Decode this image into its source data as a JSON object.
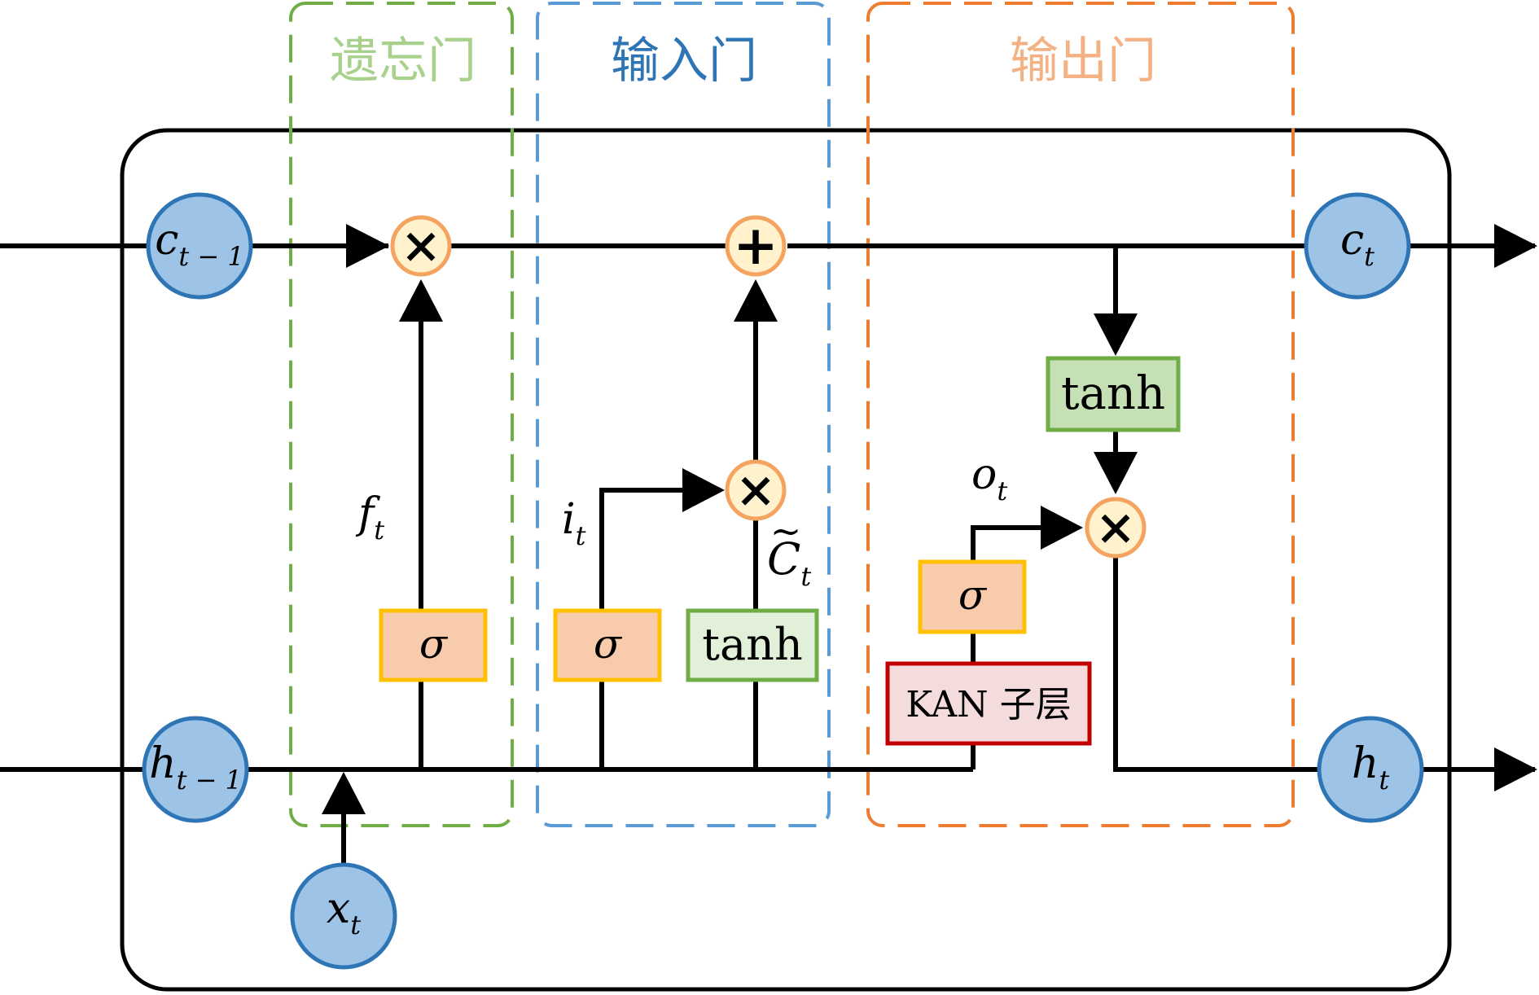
{
  "gates": {
    "forget": "遗忘门",
    "input": "输入门",
    "output": "输出门"
  },
  "nodes": {
    "c_prev": {
      "main": "c",
      "sub": "t − 1"
    },
    "h_prev": {
      "main": "h",
      "sub": "t − 1"
    },
    "c_t": {
      "main": "c",
      "sub": "t"
    },
    "h_t": {
      "main": "h",
      "sub": "t"
    },
    "x_t": {
      "main": "x",
      "sub": "t"
    }
  },
  "labels": {
    "f_t": {
      "main": "f",
      "sub": "t"
    },
    "i_t": {
      "main": "i",
      "sub": "t"
    },
    "o_t": {
      "main": "o",
      "sub": "t"
    },
    "c_tilde": {
      "main": "C",
      "sub": "t",
      "accent": "~"
    }
  },
  "boxes": {
    "sigma": "σ",
    "tanh": "tanh",
    "kan": "KAN 子层"
  },
  "operators": {
    "multiply": "×",
    "add": "+"
  },
  "colors": {
    "forget_gate": "#70ad47",
    "input_gate": "#5b9bd5",
    "output_gate": "#ed7d31",
    "node_fill": "#9dc3e6",
    "node_stroke": "#2e75b6",
    "sigma_fill": "#f8cbad",
    "sigma_stroke": "#ffc000",
    "tanh_fill": "#c5e0b4",
    "tanh_light_fill": "#e2f0d9",
    "tanh_stroke": "#70ad47",
    "kan_fill": "#f4dcdc",
    "kan_stroke": "#c00000",
    "op_fill": "#fff2cc",
    "op_stroke": "#f4a460"
  }
}
